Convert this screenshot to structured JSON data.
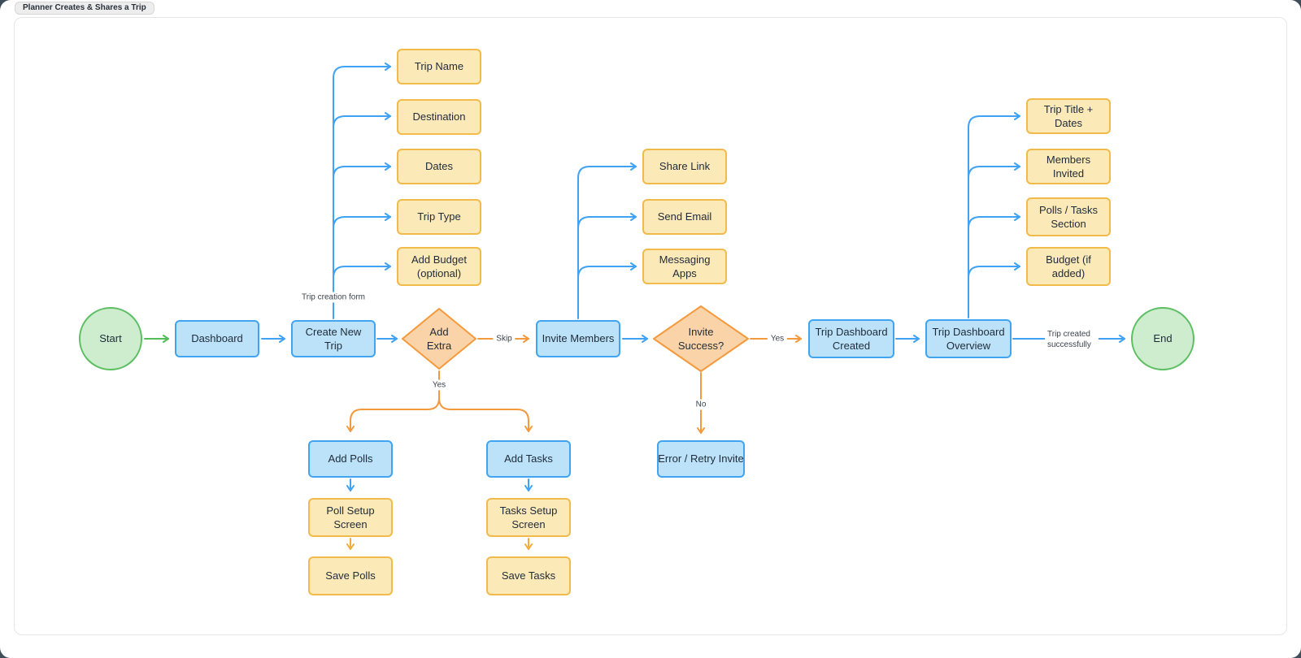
{
  "window": {
    "tab_title": "Planner Creates & Shares a Trip"
  },
  "diagram_title": "Planner Creates & Shares a Trip",
  "nodes": {
    "start": {
      "type": "terminal",
      "label": "Start"
    },
    "dashboard": {
      "type": "process",
      "label": "Dashboard"
    },
    "create_new_trip": {
      "type": "process",
      "label": "Create New Trip"
    },
    "add_extra": {
      "type": "decision",
      "label": "Add Extra"
    },
    "invite_members": {
      "type": "process",
      "label": "Invite Members"
    },
    "invite_success": {
      "type": "decision",
      "label": "Invite Success?"
    },
    "trip_dashboard_created": {
      "type": "process",
      "label": "Trip Dashboard Created"
    },
    "trip_dashboard_overview": {
      "type": "process",
      "label": "Trip Dashboard Overview"
    },
    "end": {
      "type": "terminal",
      "label": "End"
    },
    "trip_name": {
      "type": "data",
      "label": "Trip Name"
    },
    "destination": {
      "type": "data",
      "label": "Destination"
    },
    "dates": {
      "type": "data",
      "label": "Dates"
    },
    "trip_type": {
      "type": "data",
      "label": "Trip Type"
    },
    "add_budget": {
      "type": "data",
      "label": "Add Budget (optional)"
    },
    "share_link": {
      "type": "data",
      "label": "Share Link"
    },
    "send_email": {
      "type": "data",
      "label": "Send Email"
    },
    "messaging_apps": {
      "type": "data",
      "label": "Messaging Apps"
    },
    "trip_title_dates": {
      "type": "data",
      "label": "Trip Title + Dates"
    },
    "members_invited": {
      "type": "data",
      "label": "Members Invited"
    },
    "polls_tasks_section": {
      "type": "data",
      "label": "Polls / Tasks Section"
    },
    "budget_if_added": {
      "type": "data",
      "label": "Budget (if added)"
    },
    "add_polls": {
      "type": "process",
      "label": "Add Polls"
    },
    "poll_setup_screen": {
      "type": "data",
      "label": "Poll Setup Screen"
    },
    "save_polls": {
      "type": "data",
      "label": "Save Polls"
    },
    "add_tasks": {
      "type": "process",
      "label": "Add Tasks"
    },
    "tasks_setup_screen": {
      "type": "data",
      "label": "Tasks Setup Screen"
    },
    "save_tasks": {
      "type": "data",
      "label": "Save Tasks"
    },
    "error_retry_invite": {
      "type": "process",
      "label": "Error / Retry Invite"
    }
  },
  "edge_labels": {
    "trip_creation_form": "Trip creation form",
    "skip": "Skip",
    "yes_add_extra": "Yes",
    "yes_invite_success": "Yes",
    "no_invite_success": "No",
    "trip_created_successfully": "Trip created successfully"
  },
  "colors": {
    "process_fill": "#bce2f9",
    "process_border": "#41a4f0",
    "data_fill": "#fce9b8",
    "data_border": "#f2ba4a",
    "decision_fill": "#fad4a8",
    "decision_border": "#f5993d",
    "terminal_fill": "#cdedce",
    "terminal_border": "#5dbe62",
    "edge_blue": "#3fa2f5",
    "edge_green": "#53bd58",
    "edge_orange": "#f5993d",
    "edge_amber": "#f1ac3d",
    "text": "#1f2b38"
  }
}
